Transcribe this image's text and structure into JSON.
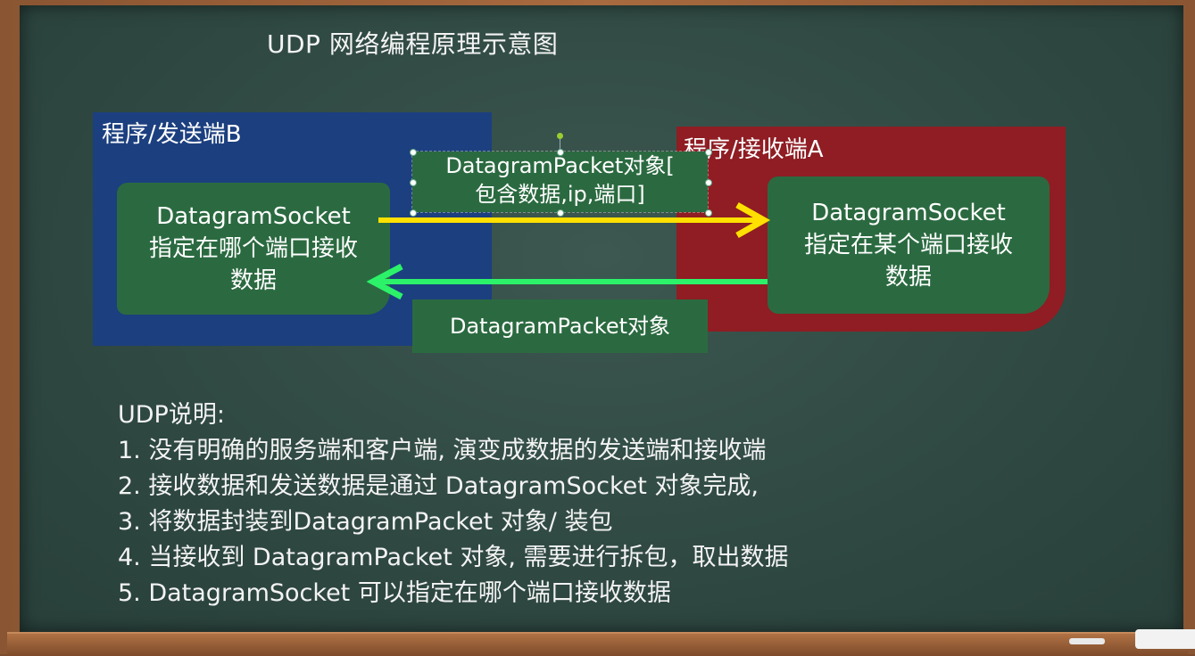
{
  "title": "UDP 网络编程原理示意图",
  "sender": {
    "label": "程序/发送端B",
    "socket_line1": "DatagramSocket",
    "socket_line2": "指定在哪个端口接收",
    "socket_line3": "数据"
  },
  "receiver": {
    "label": "程序/接收端A",
    "socket_line1": "DatagramSocket",
    "socket_line2": "指定在某个端口接收",
    "socket_line3": "数据"
  },
  "packet_top": {
    "line1": "DatagramPacket对象[",
    "line2": "包含数据,ip,端口]"
  },
  "packet_bottom": "DatagramPacket对象",
  "notes": {
    "heading": "UDP说明:",
    "items": [
      "1. 没有明确的服务端和客户端, 演变成数据的发送端和接收端",
      "2. 接收数据和发送数据是通过 DatagramSocket 对象完成,",
      "3. 将数据封装到DatagramPacket 对象/ 装包",
      "4. 当接收到 DatagramPacket 对象, 需要进行拆包，取出数据",
      "5. DatagramSocket 可以指定在哪个端口接收数据"
    ]
  },
  "colors": {
    "board": "#2f4842",
    "sender_box": "#1c3f7f",
    "receiver_box": "#8f1d23",
    "socket": "#2b6a40",
    "arrow_send": "#ffe000",
    "arrow_return": "#2cf26a"
  }
}
